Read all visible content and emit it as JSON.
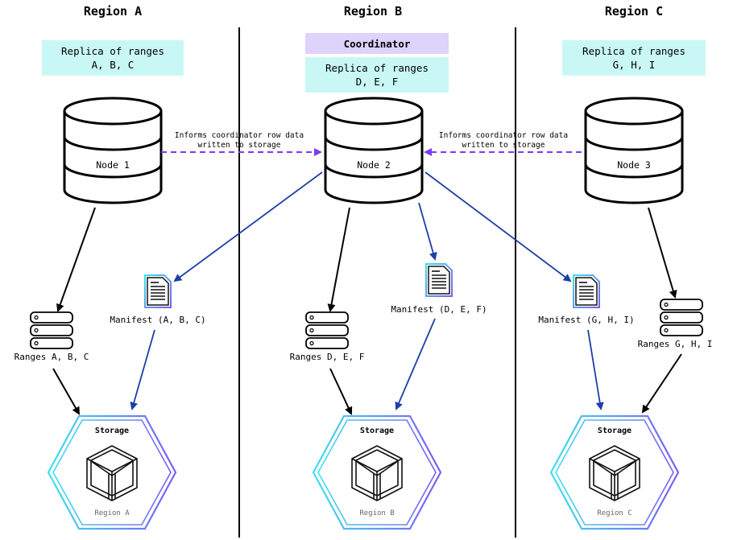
{
  "regions": [
    {
      "title": "Region A",
      "replica": [
        "Replica of ranges",
        "A, B, C"
      ],
      "node": "Node 1",
      "manifest": "Manifest (A, B, C)",
      "ranges": "Ranges A, B, C",
      "storage_title": "Storage",
      "storage_region": "Region A"
    },
    {
      "title": "Region B",
      "coordinator": "Coordinator",
      "replica": [
        "Replica of ranges",
        "D, E, F"
      ],
      "node": "Node 2",
      "manifest": "Manifest (D, E, F)",
      "ranges": "Ranges D, E, F",
      "storage_title": "Storage",
      "storage_region": "Region B"
    },
    {
      "title": "Region C",
      "replica": [
        "Replica of ranges",
        "G, H, I"
      ],
      "node": "Node 3",
      "manifest": "Manifest (G, H, I)",
      "ranges": "Ranges G, H, I",
      "storage_title": "Storage",
      "storage_region": "Region C"
    }
  ],
  "notes": {
    "left": [
      "Informs coordinator row data",
      "written to storage"
    ],
    "right": [
      "Informs coordinator row data",
      "written to storage"
    ]
  },
  "colors": {
    "replica_bg": "#c9f7f6",
    "coordinator_bg": "#ddd3fb",
    "manifest_arrow": "#1d3fa6",
    "inform_arrow": "#7a3cf0",
    "gradient_start": "#40e0f0",
    "gradient_end": "#7c5cf0"
  }
}
